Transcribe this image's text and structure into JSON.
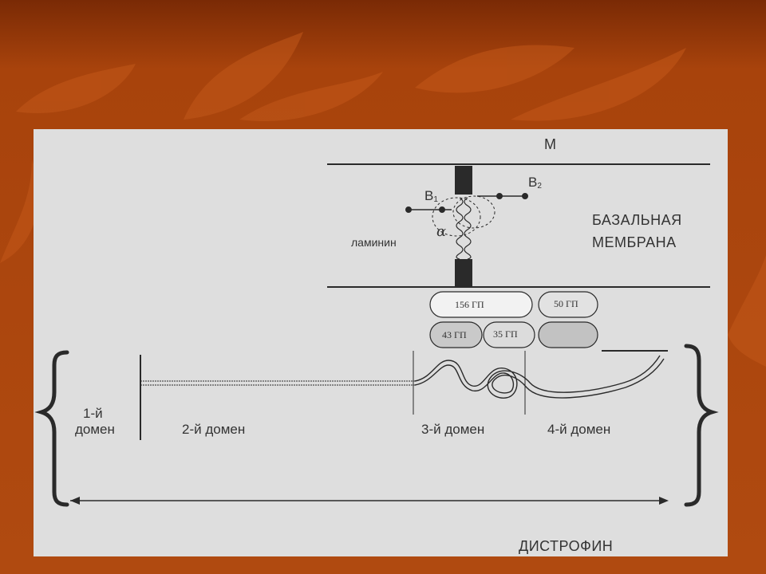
{
  "diagram": {
    "label_m": "М",
    "label_b1": "В",
    "label_b1_sub": "1",
    "label_b2": "В",
    "label_b2_sub": "2",
    "label_alpha": "α",
    "label_laminin": "ламинин",
    "label_basal_1": "БАЗАЛЬНАЯ",
    "label_basal_2": "МЕМБРАНА",
    "gp_156": "156 ГП",
    "gp_50": "50 ГП",
    "gp_43": "43 ГП",
    "gp_35": "35 ГП",
    "domain_1_line1": "1-й",
    "domain_1_line2": "домен",
    "domain_2": "2-й домен",
    "domain_3": "3-й домен",
    "domain_4": "4-й домен",
    "dystrophin": "ДИСТРОФИН"
  },
  "colors": {
    "slide_background": "#a8400a",
    "panel_background": "#dedede",
    "ink": "#2a2a2a"
  }
}
